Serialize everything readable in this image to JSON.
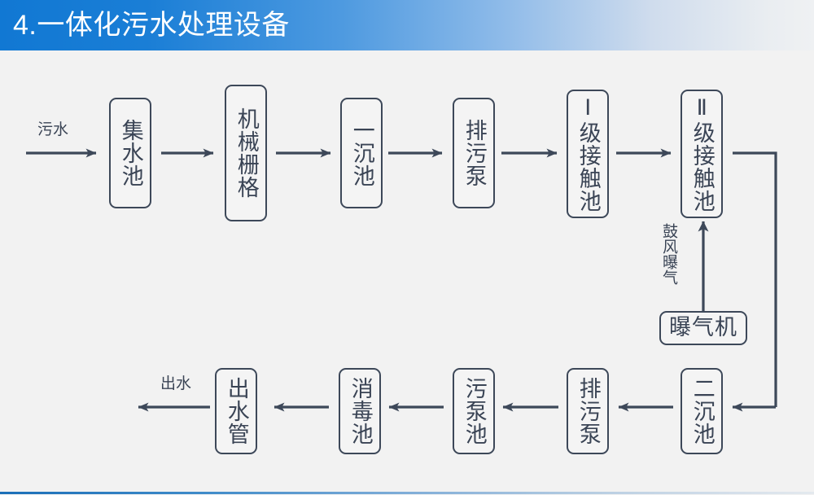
{
  "header": {
    "title": "4.一体化污水处理设备",
    "bg_gradient_from": "#1178d3",
    "bg_gradient_to": "#eff1f3"
  },
  "theme": {
    "page_bg": "#f2f2f2",
    "line_color": "#3d4859",
    "text_color": "#3a4455",
    "box_fill": "#f4f4f4",
    "footer_rule_from": "#1b6fb8",
    "footer_rule_to": "#e4e9ee"
  },
  "diagram": {
    "type": "process-flow",
    "orientation": "serpentine-two-rows",
    "nodes": [
      {
        "id": "n1",
        "label": "集水池",
        "row": "top",
        "orient": "vertical"
      },
      {
        "id": "n2",
        "label": "机械栅格",
        "row": "top",
        "orient": "vertical"
      },
      {
        "id": "n3",
        "label": "一沉池",
        "row": "top",
        "orient": "vertical"
      },
      {
        "id": "n4",
        "label": "排污泵",
        "row": "top",
        "orient": "vertical"
      },
      {
        "id": "n5",
        "label": "Ⅰ级接触池",
        "row": "top",
        "orient": "vertical"
      },
      {
        "id": "n6",
        "label": "Ⅱ级接触池",
        "row": "top",
        "orient": "vertical"
      },
      {
        "id": "n7",
        "label": "曝气机",
        "row": "middle",
        "orient": "horizontal"
      },
      {
        "id": "n8",
        "label": "二沉池",
        "row": "bottom",
        "orient": "vertical"
      },
      {
        "id": "n9",
        "label": "排污泵",
        "row": "bottom",
        "orient": "vertical"
      },
      {
        "id": "n10",
        "label": "污泵池",
        "row": "bottom",
        "orient": "vertical"
      },
      {
        "id": "n11",
        "label": "消毒池",
        "row": "bottom",
        "orient": "vertical"
      },
      {
        "id": "n12",
        "label": "出水管",
        "row": "bottom",
        "orient": "vertical"
      }
    ],
    "edge_labels": [
      {
        "id": "e_in",
        "label": "污水",
        "orient": "horizontal",
        "position": "top-left-inlet"
      },
      {
        "id": "e_aer",
        "label": "鼓风曝气",
        "orient": "vertical",
        "position": "aerator-riser"
      },
      {
        "id": "e_out",
        "label": "出水",
        "orient": "horizontal",
        "position": "bottom-left-outlet"
      }
    ],
    "flow_sequence": [
      "污水",
      "集水池",
      "机械栅格",
      "一沉池",
      "排污泵",
      "Ⅰ级接触池",
      "Ⅱ级接触池",
      "二沉池",
      "排污泵",
      "污泵池",
      "消毒池",
      "出水管",
      "出水"
    ],
    "aeration_branch": {
      "from": "曝气机",
      "to": "Ⅱ级接触池",
      "label": "鼓风曝气"
    }
  }
}
